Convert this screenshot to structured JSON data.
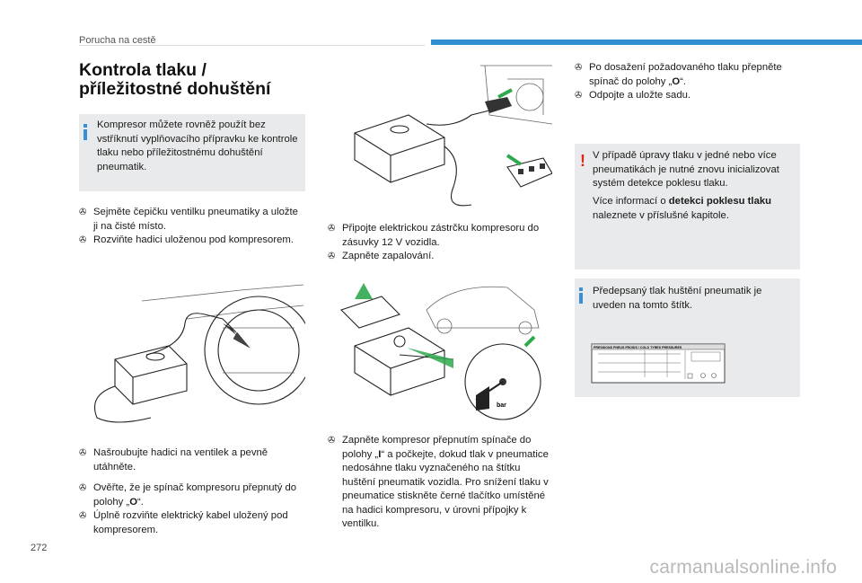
{
  "header": {
    "section": "Porucha na cestě"
  },
  "page_number": "272",
  "watermark": "carmanualsonline.info",
  "title_line1": "Kontrola tlaku /",
  "title_line2": "příležitostné dohuštění",
  "info_box1": {
    "text": "Kompresor můžete rovněž použít bez vstříknutí vyplňovacího přípravku ke kontrole tlaku nebo příležitostnému dohuštění pneumatik."
  },
  "steps_col1_a": [
    "Sejměte čepičku ventilku pneumatiky a uložte ji na čisté místo.",
    "Rozviňte hadici uloženou pod kompresorem."
  ],
  "steps_col1_b": [
    "Našroubujte hadici na ventilek a pevně utáhněte."
  ],
  "steps_col1_c": {
    "s1_pre": "Ověřte, že je spínač kompresoru přepnutý do polohy „",
    "s1_bold": "O",
    "s1_post": "“.",
    "s2": "Úplně rozviňte elektrický kabel uložený pod kompresorem."
  },
  "steps_col2_a": [
    "Připojte elektrickou zástrčku kompresoru do zásuvky 12 V vozidla.",
    "Zapněte zapalování."
  ],
  "steps_col2_b": {
    "pre": "Zapněte kompresor přepnutím spínače do polohy „",
    "bold": "I",
    "post": "“ a počkejte, dokud tlak v pneumatice nedosáhne tlaku vyznačeného na štítku huštění pneumatik vozidla. Pro snížení tlaku v pneumatice stiskněte černé tlačítko umístěné na hadici kompresoru, v úrovni přípojky k ventilku."
  },
  "steps_col3": {
    "s1_pre": "Po dosažení požadovaného tlaku přepněte spínač do polohy „",
    "s1_bold": "O",
    "s1_post": "“.",
    "s2": "Odpojte a uložte sadu."
  },
  "warn_box": {
    "text1": "V případě úpravy tlaku v jedné nebo více pneumatikách je nutné znovu inicializovat systém detekce poklesu tlaku.",
    "text2_pre": "Více informací o ",
    "text2_bold": "detekci poklesu tlaku",
    "text2_post": " naleznete v příslušné kapitole."
  },
  "info_box2": {
    "text": "Předepsaný tlak huštění pneumatik je uveden na tomto štítk."
  },
  "gauge": {
    "unit": "bar"
  },
  "label_plate": {
    "heading": "PRESSIONS PNEUS FROIDS / COLD TYRES PRESSURES"
  },
  "colors": {
    "accent": "#2f8fd1",
    "info": "#3a8fd6",
    "warning": "#e2231a",
    "box_bg": "#e9eaeb"
  }
}
